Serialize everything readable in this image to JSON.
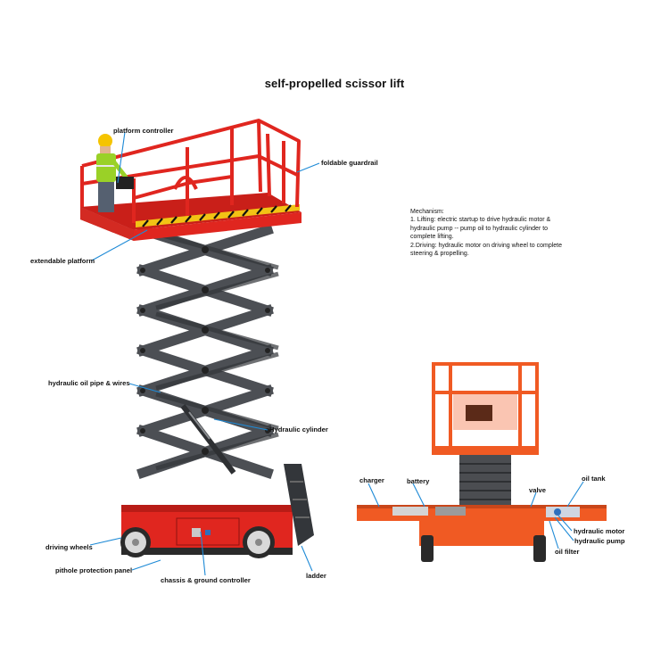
{
  "title": "self-propelled scissor lift",
  "mechanism": {
    "heading": "Mechanism:",
    "line1": "1. Lifting: electric startup to drive hydraulic motor &",
    "line2": "hydraulic pump -- pump oil to hydraulic cylinder to",
    "line3": "complete lifting.",
    "line4": "2.Driving: hydraulic motor on driving wheel to complete",
    "line5": "steering & propelling."
  },
  "labels": {
    "platform_controller": "platform controller",
    "foldable_guardrail": "foldable guardrail",
    "extendable_platform": "extendable platform",
    "hydraulic_oil_pipe": "hydraulic oil pipe & wires",
    "hydraulic_cylinder": "Hydraulic cylinder",
    "driving_wheels": "driving wheels",
    "pithole_panel": "pithole protection panel",
    "chassis_controller": "chassis & ground controller",
    "ladder": "ladder",
    "charger": "charger",
    "battery": "battery",
    "valve": "valve",
    "oil_tank": "oil tank",
    "hydraulic_motor": "hydraulic motor",
    "hydraulic_pump": "hydraulic pump",
    "oil_filter": "oil filter"
  },
  "colors": {
    "platform_red": "#e0261f",
    "scissor_gray": "#4c4f54",
    "orange_body": "#f05a23",
    "leader_blue": "#1e8ad6"
  }
}
